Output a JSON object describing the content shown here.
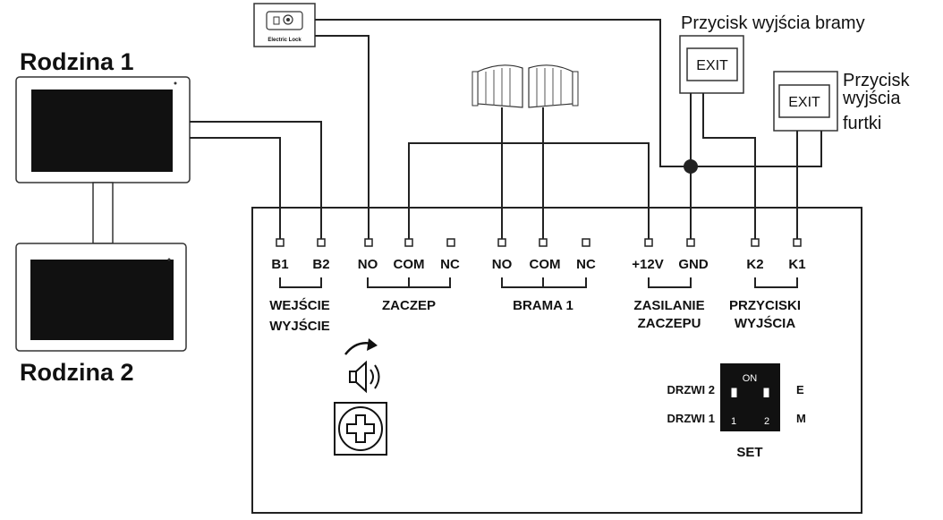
{
  "monitors": {
    "top_label": "Rodzina 1",
    "bottom_label": "Rodzina 2"
  },
  "lock": {
    "label": "Electric Lock"
  },
  "exit_buttons": {
    "gate_caption": "Przycisk wyjścia bramy",
    "wicket_caption_lines": [
      "Przycisk",
      "wyjścia",
      "furtki"
    ],
    "button_text": "EXIT"
  },
  "terminals": {
    "labels": [
      "B1",
      "B2",
      "NO",
      "COM",
      "NC",
      "NO",
      "COM",
      "NC",
      "+12V",
      "GND",
      "K2",
      "K1"
    ]
  },
  "groups": {
    "input_output": [
      "WEJŚCIE",
      "WYJŚCIE"
    ],
    "lock": "ZACZEP",
    "gate": "BRAMA 1",
    "lock_power": [
      "ZASILANIE",
      "ZACZEPU"
    ],
    "exit_buttons": [
      "PRZYCISKI",
      "WYJŚCIA"
    ]
  },
  "dip_switch": {
    "on_label": "ON",
    "switch_numbers": [
      "1",
      "2"
    ],
    "left_top": "DRZWI 2",
    "left_bottom": "DRZWI 1",
    "right_top": "E",
    "right_bottom": "M",
    "set_label": "SET"
  },
  "icons": {
    "volume": "speaker-icon",
    "adjust": "adjustment-knob-icon",
    "gate": "gate-icon",
    "lock": "electric-lock-icon"
  }
}
